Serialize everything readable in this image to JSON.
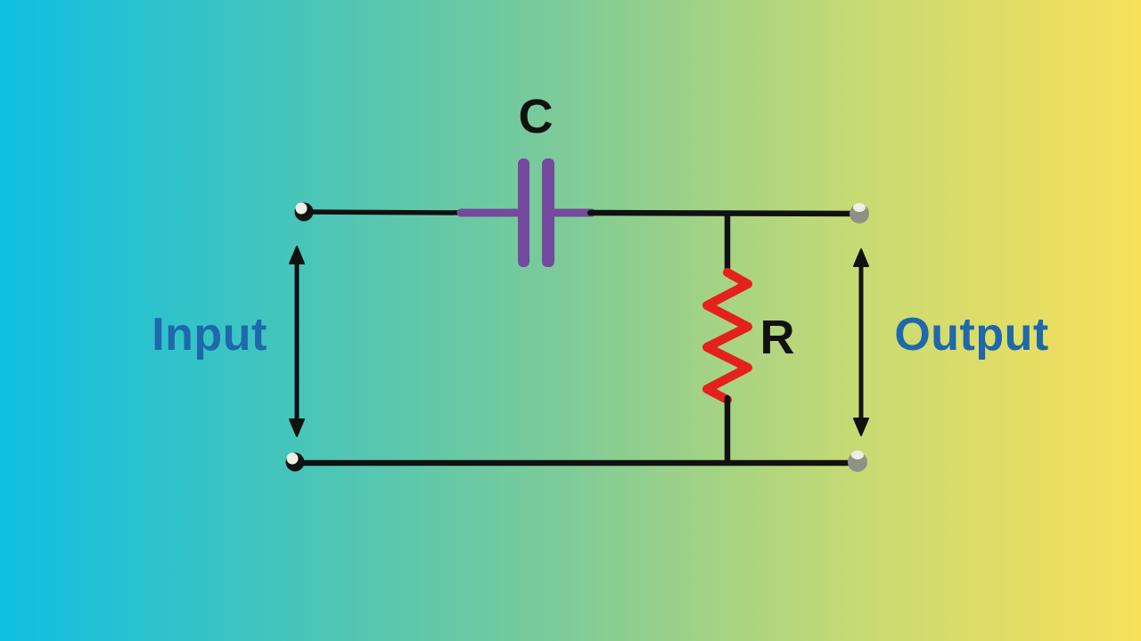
{
  "title": "RC filter circuit diagram",
  "labels": {
    "capacitor": "C",
    "resistor": "R",
    "input": "Input",
    "output": "Output"
  },
  "colors": {
    "bg-left": "#10bfe1",
    "bg-teal": "#45c5bb",
    "bg-mid": "#7fcb97",
    "bg-lime": "#c7da73",
    "bg-right": "#f8e05a",
    "wire": "#111111",
    "capacitor": "#744a9e",
    "resistor": "#e4211c",
    "label-text": "#111111",
    "io-text": "#1e68ac",
    "terminal-dark": "#121212",
    "terminal-gray": "#8f9186",
    "terminal-highlight": "#eeeee4"
  }
}
